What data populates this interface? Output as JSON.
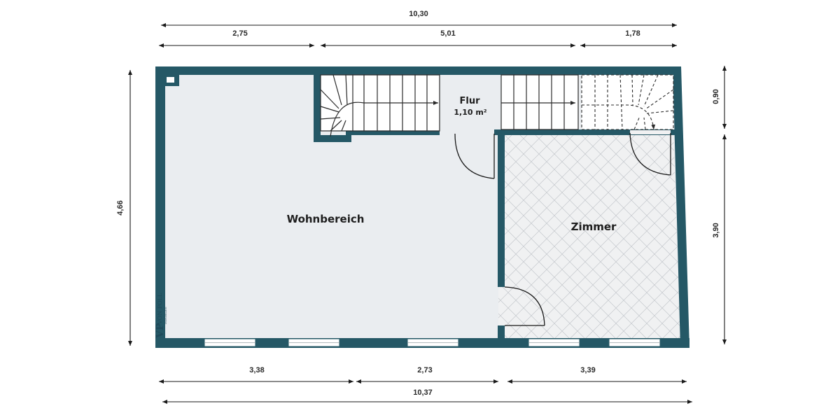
{
  "colors": {
    "wall": "#255866",
    "floor": "#eaedf0",
    "tile": "#f0f1f2",
    "tile_line": "#c4c8cc",
    "dimension": "#1a1a1a",
    "stair_line": "#2b2b2b",
    "window": "#ffffff"
  },
  "rooms": {
    "wohnbereich": {
      "label": "Wohnbereich"
    },
    "flur": {
      "label": "Flur",
      "area": "1,10 m²"
    },
    "zimmer": {
      "label": "Zimmer"
    }
  },
  "dimensions": {
    "top_total": "10,30",
    "top_left": "2,75",
    "top_middle": "5,01",
    "top_right": "1,78",
    "left_height": "4,66",
    "right_upper": "0,90",
    "right_lower": "3,90",
    "bottom_left": "3,38",
    "bottom_middle": "2,73",
    "bottom_right": "3,39",
    "bottom_total": "10,37"
  },
  "logo": {
    "initials": "VP",
    "name": "VON POLL",
    "sub": "IMMOBILIEN"
  }
}
